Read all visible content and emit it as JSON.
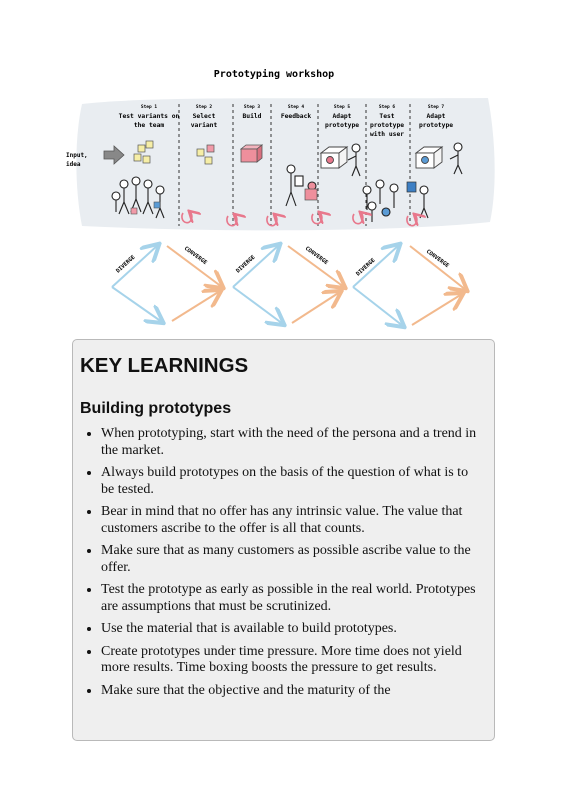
{
  "illustration": {
    "title": "Prototyping workshop",
    "input_label": "Input, idea",
    "steps": [
      {
        "number": "Step 1",
        "label": "Test variants on the team"
      },
      {
        "number": "Step 2",
        "label": "Select variant"
      },
      {
        "number": "Step 3",
        "label": "Build"
      },
      {
        "number": "Step 4",
        "label": "Feedback"
      },
      {
        "number": "Step 5",
        "label": "Adapt prototype"
      },
      {
        "number": "Step 6",
        "label": "Test prototype with user"
      },
      {
        "number": "Step 7",
        "label": "Adapt prototype"
      }
    ],
    "phases": [
      "DIVERGE",
      "CONVERGE",
      "DIVERGE",
      "CONVERGE",
      "DIVERGE",
      "CONVERGE"
    ]
  },
  "card": {
    "title": "KEY LEARNINGS",
    "subtitle": "Building prototypes",
    "bullets": [
      "When prototyping, start with the need of the persona and a trend in the market.",
      "Always build prototypes on the basis of the question of what is to be tested.",
      "Bear in mind that no offer has any intrinsic value. The value that customers ascribe to the offer is all that counts.",
      "Make sure that as many customers as possible ascribe value to the offer.",
      "Test the prototype as early as possible in the real world. Prototypes are assumptions that must be scrutinized.",
      "Use the material that is available to build prototypes.",
      "Create prototypes under time pressure. More time does not yield more results. Time boxing boosts the pressure to get results.",
      "Make sure that the objective and the maturity of the"
    ]
  }
}
